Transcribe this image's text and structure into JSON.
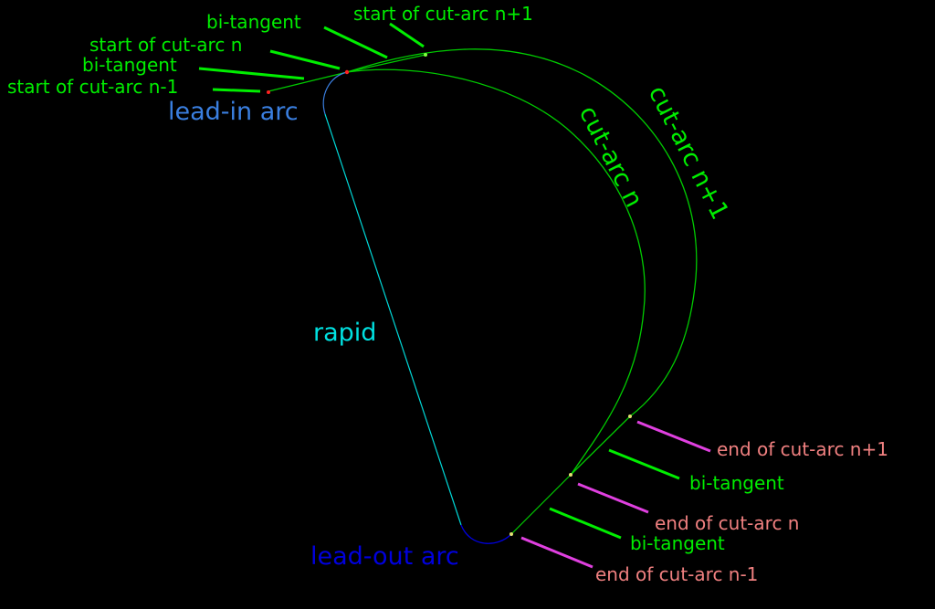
{
  "colors": {
    "background": "#000000",
    "green": "#00ee00",
    "salmon": "#f08080",
    "magenta": "#e040e0",
    "cyan": "#00e0e0",
    "blue_light": "#3a7fe0",
    "blue_dark": "#0000dd",
    "red_dot": "#ff2020",
    "yellow_dot": "#e0e070"
  },
  "labels": {
    "start_n_plus_1": "start of cut-arc n+1",
    "bitangent_top": "bi-tangent",
    "start_n": "start of cut-arc n",
    "bitangent_mid": "bi-tangent",
    "start_n_minus_1": "start of cut-arc n-1",
    "lead_in": "lead-in arc",
    "cut_arc_n": "cut-arc n",
    "cut_arc_n_plus_1": "cut-arc n+1",
    "rapid": "rapid",
    "end_n_plus_1": "end of cut-arc n+1",
    "bitangent_right": "bi-tangent",
    "end_n": "end of cut-arc n",
    "bitangent_bottom": "bi-tangent",
    "lead_out": "lead-out arc",
    "end_n_minus_1": "end of cut-arc n-1"
  }
}
